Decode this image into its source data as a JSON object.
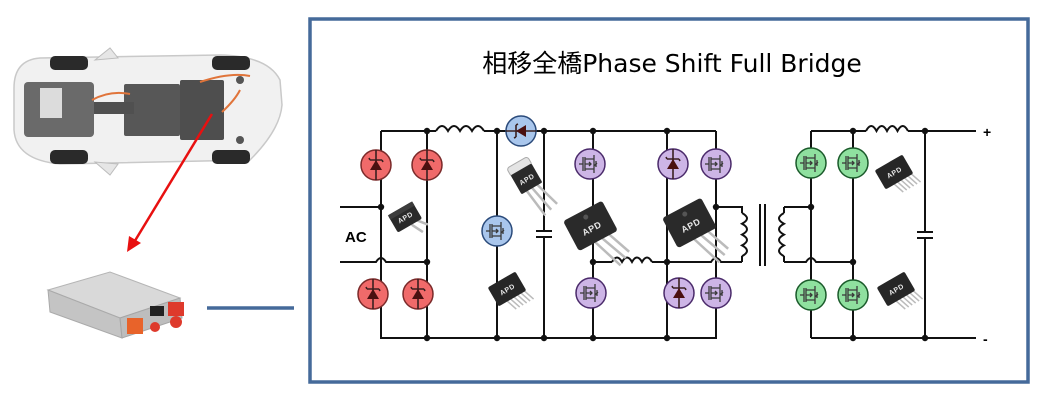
{
  "diagram": {
    "title": "相移全橋Phase Shift Full Bridge",
    "input_label": "AC",
    "output_positive_label": "+",
    "output_negative_label": "-",
    "chip_logo_text": "APD",
    "colors": {
      "frame_border": "#456a9a",
      "connector_line": "#456a9a",
      "arrow": "#e81010",
      "rectifier_stage": "#f06a6a",
      "pfc_stage": "#a9c6ec",
      "full_bridge_stage": "#cdb5e6",
      "secondary_stage": "#8fe09f",
      "wire": "#111111"
    },
    "stages": [
      {
        "name": "Bridge rectifier",
        "components": [
          "diode",
          "diode",
          "diode",
          "diode",
          "bridge-rectifier-package"
        ]
      },
      {
        "name": "PFC boost",
        "components": [
          "inductor",
          "diode",
          "mosfet",
          "to220-package",
          "power-package",
          "capacitor"
        ]
      },
      {
        "name": "Phase shift full bridge",
        "components": [
          "mosfet",
          "mosfet",
          "mosfet",
          "mosfet",
          "diode",
          "diode",
          "to247-package",
          "to247-package",
          "inductor",
          "transformer"
        ]
      },
      {
        "name": "Synchronous rectifier",
        "components": [
          "mosfet",
          "mosfet",
          "mosfet",
          "mosfet",
          "inductor",
          "capacitor",
          "power-package",
          "power-package"
        ]
      }
    ]
  },
  "illustrations": {
    "vehicle": "electric-vehicle-chassis-top-view",
    "module": "onboard-charger-module"
  }
}
